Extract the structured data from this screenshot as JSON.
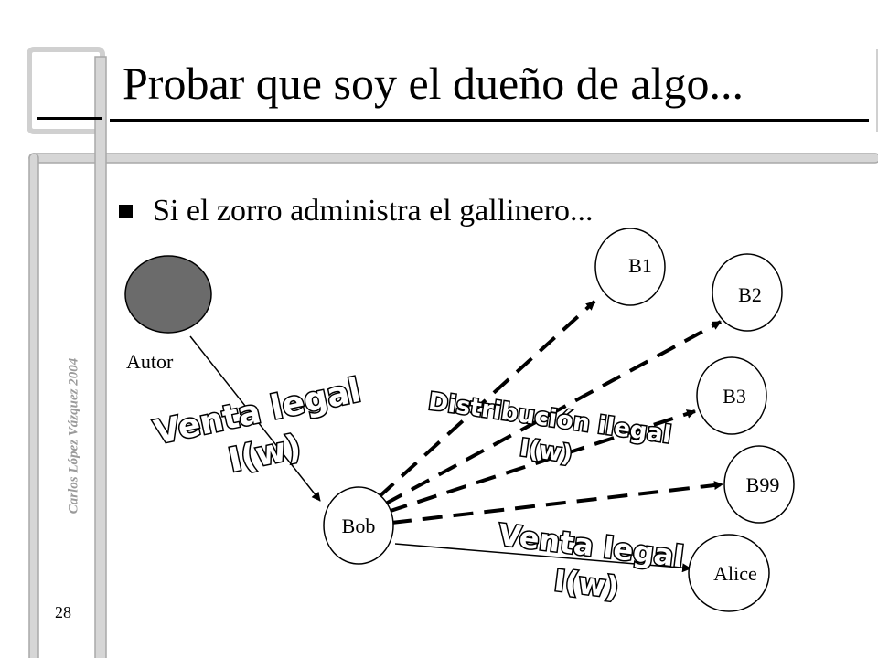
{
  "slide": {
    "title": "Probar que soy el dueño de algo...",
    "bullet": "Si el zorro administra el gallinero...",
    "side_text": "Carlos López Vázquez 2004",
    "page_number": "28"
  },
  "diagram": {
    "nodes": {
      "autor": "Autor",
      "bob": "Bob",
      "b1": "B1",
      "b2": "B2",
      "b3": "B3",
      "b99": "B99",
      "alice": "Alice"
    },
    "labels": {
      "venta_legal_1": "Venta legal",
      "iw_1": "I(w)",
      "distribucion": "Distribución ilegal",
      "iw_2": "I(w)",
      "venta_legal_2": "Venta legal",
      "iw_3": "I(w)"
    },
    "colors": {
      "author_fill": "#6b6b6b",
      "frame": "#b8b8b8"
    }
  }
}
